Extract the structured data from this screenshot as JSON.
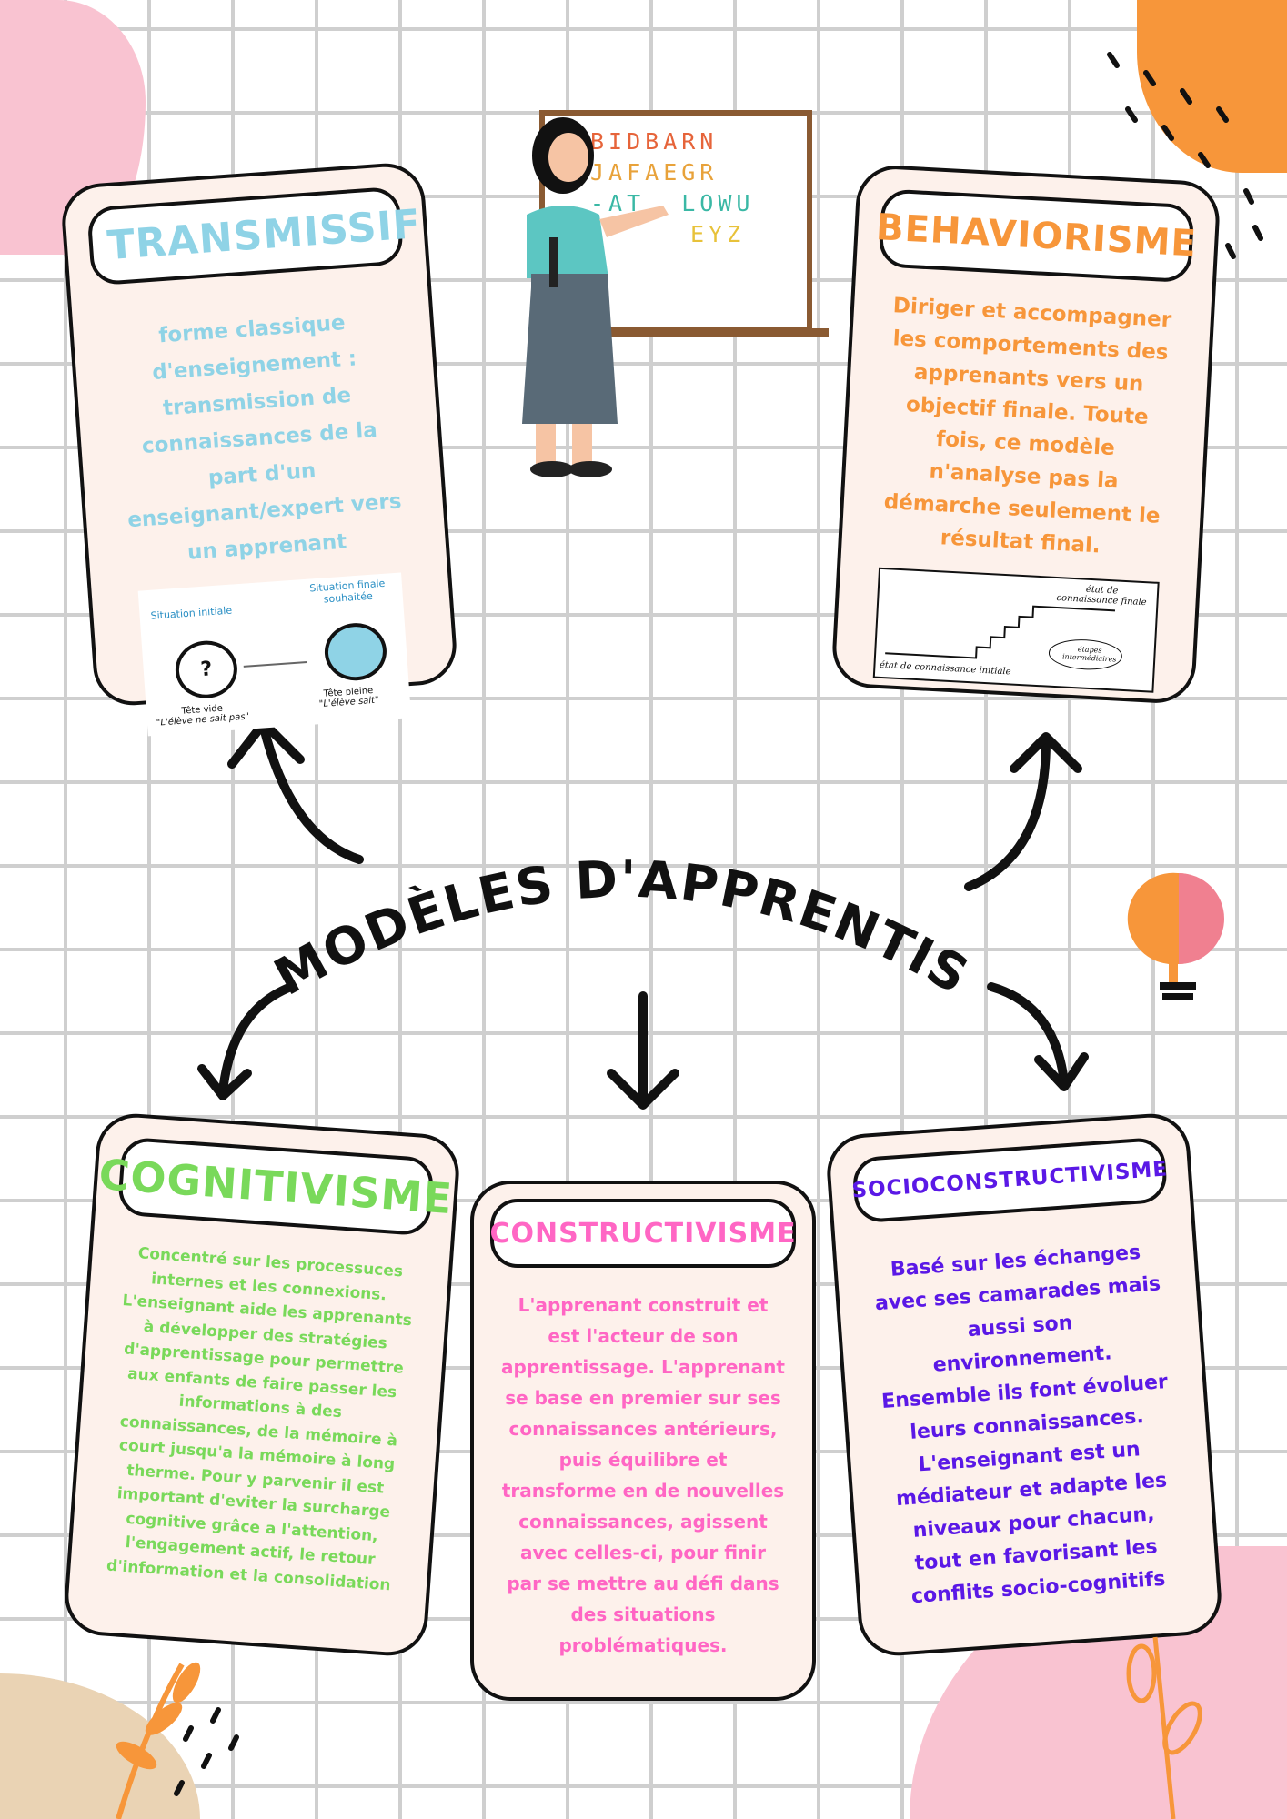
{
  "title": "LES MODÈLES D'APPRENTISSAGE",
  "board": {
    "lines": [
      "BIDBARN",
      "JAFAEGR",
      "-AT  LOWU",
      "EYZ"
    ]
  },
  "colors": {
    "transmissif": "#8fd3e6",
    "behaviorisme": "#f7963a",
    "cognitivisme": "#79d95a",
    "constructivisme": "#ff66c4",
    "socioconstructivisme": "#5a18e6",
    "card_bg": "#fdf1eb"
  },
  "cards": {
    "transmissif": {
      "title": "TRANSMISSIF",
      "text": "forme classique d'enseignement : transmission de connaissances de la part d'un enseignant/expert vers un apprenant",
      "figure": {
        "initial_label": "Situation initiale",
        "final_label": "Situation finale souhaitée",
        "question": "?",
        "initial_caption": "Tête vide",
        "initial_quote": "\"L'élève ne sait pas\"",
        "final_caption": "Tête pleine",
        "final_quote": "\"L'élève sait\""
      }
    },
    "behaviorisme": {
      "title": "BEHAVIORISME",
      "text": "Diriger et accompagner les comportements des apprenants vers un objectif finale. Toute fois, ce modèle n'analyse pas la démarche seulement le résultat final.",
      "figure": {
        "final_label": "état de connaissance finale",
        "steps_label": "étapes intermédiaires",
        "initial_label": "état de connaissance initiale"
      }
    },
    "cognitivisme": {
      "title": "COGNITIVISME",
      "text": "Concentré sur les processuces internes et les connexions. L'enseignant aide les apprenants à développer des stratégies d'apprentissage pour permettre aux enfants de faire passer les informations à des connaissances, de la mémoire à court jusqu'a la mémoire à long therme. Pour y parvenir il est important d'eviter la surcharge cognitive grâce a l'attention, l'engagement actif, le retour d'information et la consolidation"
    },
    "constructivisme": {
      "title": "CONSTRUCTIVISME",
      "text": "L'apprenant construit et est l'acteur de son apprentissage. L'apprenant se base en premier sur ses connaissances antérieurs, puis équilibre et transforme en de nouvelles connaissances,  agissent avec celles-ci, pour finir par se mettre au défi dans des situations problématiques."
    },
    "socioconstructivisme": {
      "title": "SOCIOCONSTRUCTIVISME",
      "text": "Basé sur les échanges avec ses camarades mais aussi son environnement. Ensemble ils font évoluer leurs connaissances. L'enseignant est un médiateur et adapte les niveaux pour chacun, tout en favorisant les conflits socio-cognitifs"
    }
  }
}
